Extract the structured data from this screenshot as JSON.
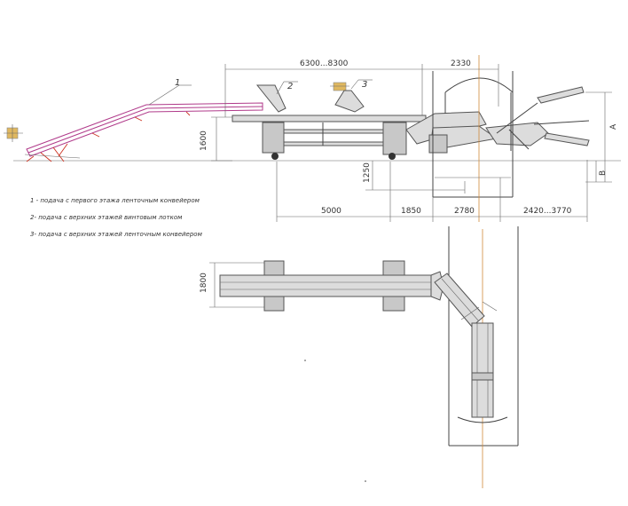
{
  "callouts": [
    "1",
    "2",
    "3"
  ],
  "dimensions": {
    "span_top_left": "6300...8300",
    "span_top_right": "2330",
    "height_left": "1600",
    "depth": "1250",
    "base_1": "5000",
    "base_2": "1850",
    "base_3": "2780",
    "base_4": "2420...3770",
    "label_a": "A",
    "label_b": "B",
    "plan_width": "1800"
  },
  "legend": [
    "1 - подача с первого этажа ленточным конвейером",
    "2- подача с верхних этажей винтовым лотком",
    "3- подача с верхних этажей ленточным конвейером"
  ],
  "colors": {
    "line": "#444444",
    "conveyor_1": "#b03a8a",
    "centerline": "#d08a3a",
    "support": "#cc3322"
  }
}
